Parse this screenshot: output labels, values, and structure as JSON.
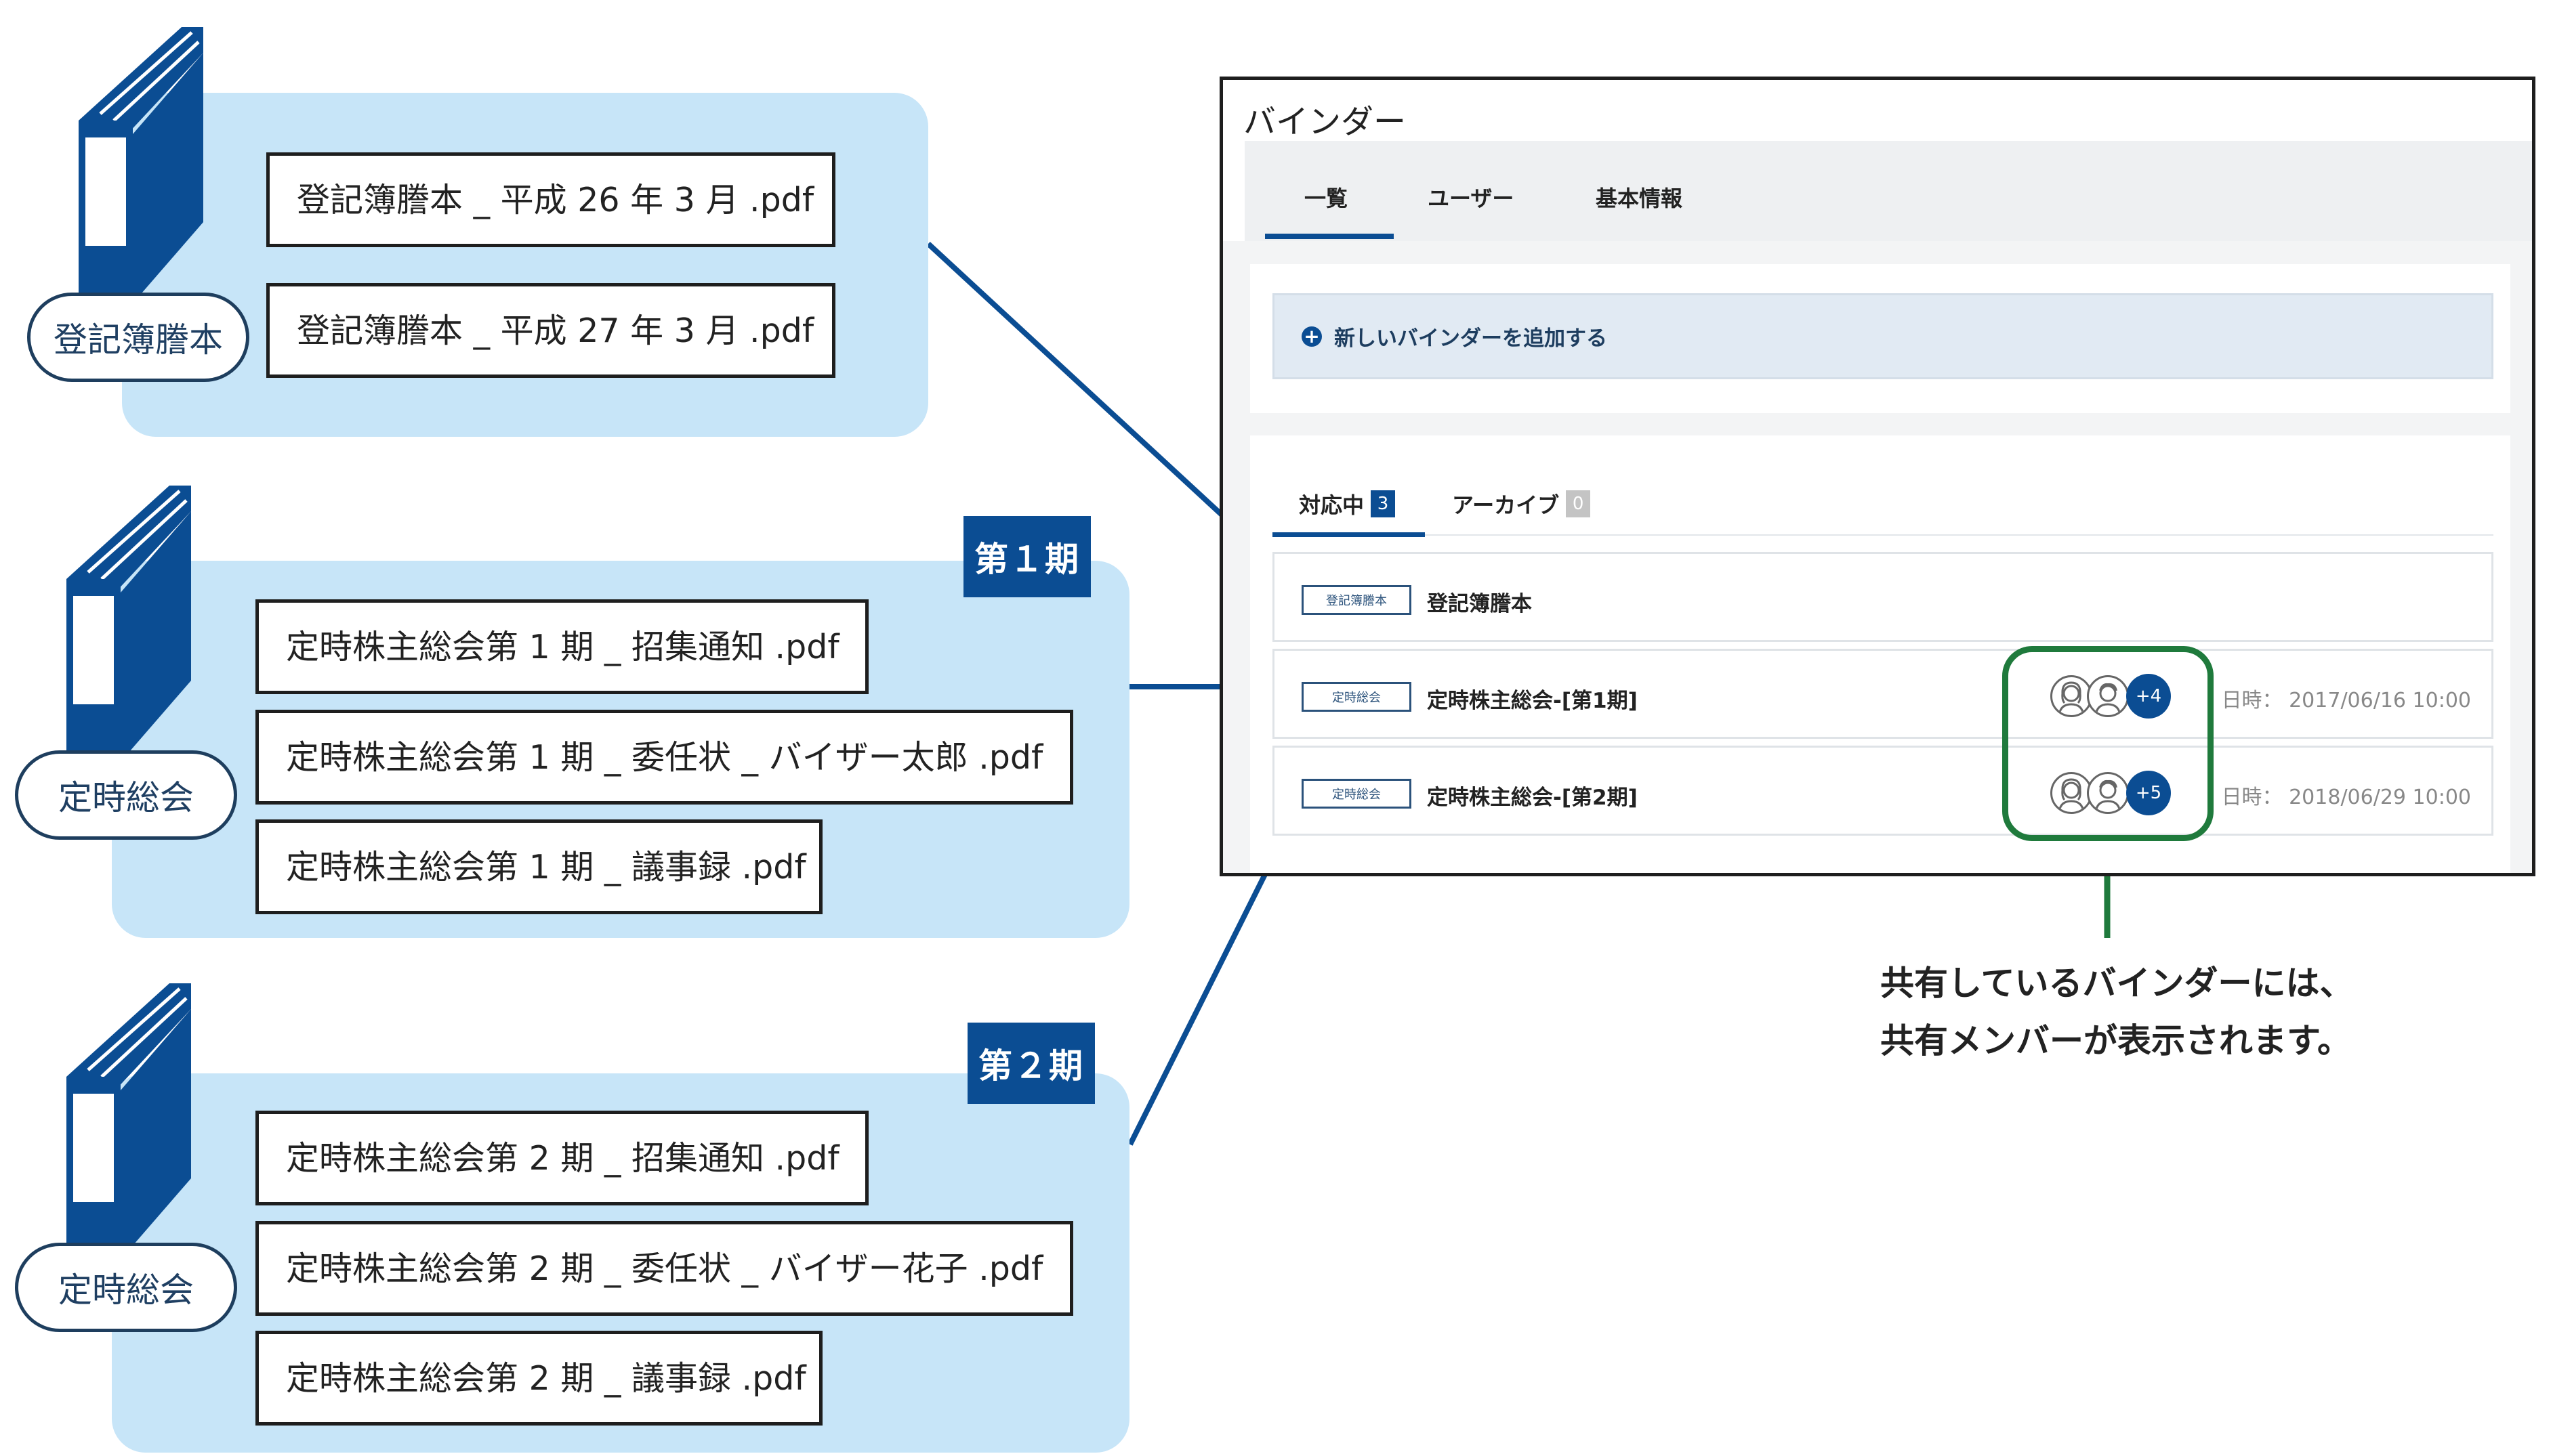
{
  "groups": [
    {
      "binder_label": "登記簿謄本",
      "files": [
        "登記簿謄本 _ 平成 26 年 3 月 .pdf",
        "登記簿謄本 _ 平成 27 年 3 月 .pdf"
      ]
    },
    {
      "period": "第１期",
      "binder_label": "定時総会",
      "files": [
        "定時株主総会第 1 期 _ 招集通知 .pdf",
        "定時株主総会第 1 期 _ 委任状 _ バイザー太郎 .pdf",
        "定時株主総会第 1 期 _ 議事録 .pdf"
      ]
    },
    {
      "period": "第２期",
      "binder_label": "定時総会",
      "files": [
        "定時株主総会第 2 期 _ 招集通知 .pdf",
        "定時株主総会第 2 期 _ 委任状 _ バイザー花子 .pdf",
        "定時株主総会第 2 期 _ 議事録 .pdf"
      ]
    }
  ],
  "app": {
    "title": "バインダー",
    "tabs": [
      "一覧",
      "ユーザー",
      "基本情報"
    ],
    "add_binder": "新しいバインダーを追加する",
    "subtabs": [
      {
        "label": "対応中",
        "count": "3"
      },
      {
        "label": "アーカイブ",
        "count": "0"
      }
    ],
    "rows": [
      {
        "tag": "登記簿謄本",
        "title": "登記簿謄本",
        "date": "",
        "more": ""
      },
      {
        "tag": "定時総会",
        "title": "定時株主総会-[第1期]",
        "date": "日時： 2017/06/16 10:00",
        "more": "+4"
      },
      {
        "tag": "定時総会",
        "title": "定時株主総会-[第2期]",
        "date": "日時： 2018/06/29 10:00",
        "more": "+5"
      }
    ]
  },
  "callout": {
    "line1": "共有しているバインダーには、",
    "line2": "共有メンバーが表示されます。"
  },
  "colors": {
    "brand_blue": "#0b4d93",
    "panel_blue": "#c7e5f8",
    "highlight_green": "#1f7a3c"
  }
}
